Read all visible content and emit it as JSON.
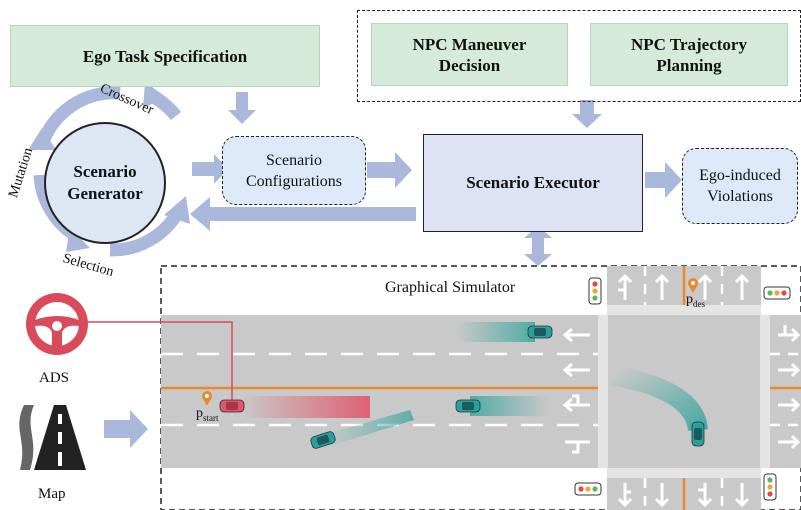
{
  "ego_task": "Ego Task Specification",
  "npc_maneuver": [
    "NPC Maneuver",
    "Decision"
  ],
  "npc_trajectory": [
    "NPC Trajectory",
    "Planning"
  ],
  "generator": [
    "Scenario",
    "Generator"
  ],
  "configurations": [
    "Scenario",
    "Configurations"
  ],
  "executor": "Scenario Executor",
  "violations": [
    "Ego-induced",
    "Violations"
  ],
  "cycle": {
    "crossover": "Crossover",
    "mutation": "Mutation",
    "selection": "Selection"
  },
  "simulator_title": "Graphical Simulator",
  "ads_label": "ADS",
  "map_label": "Map",
  "p_start": {
    "base": "p",
    "sub": "start"
  },
  "p_des": {
    "base": "p",
    "sub": "des"
  },
  "colors": {
    "green_box": "#d5ead9",
    "blue_box": "#dde9f8",
    "arrow": "#aab8dc",
    "road": "#c9c9c9",
    "center_line": "#e8892d",
    "ads_red": "#d94a5a",
    "npc_car": "#2aa198"
  }
}
